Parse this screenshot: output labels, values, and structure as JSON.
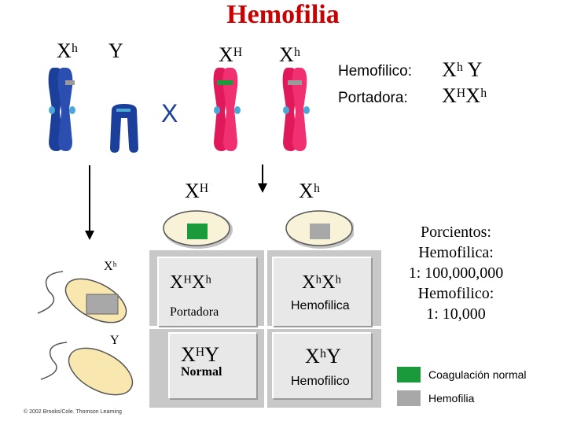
{
  "title": "Hemofilia",
  "parents": {
    "father_x": "Xʰ",
    "father_y": "Y",
    "cross_symbol": "X",
    "mother_x1": "Xᴴ",
    "mother_x2": "Xʰ"
  },
  "legend_top": {
    "hemofilico_label": "Hemofilico:",
    "hemofilico_geno": "Xʰ Y",
    "portadora_label": "Portadora:",
    "portadora_geno": "XᴴXʰ"
  },
  "gametes": {
    "egg_1": "Xᴴ",
    "egg_2": "Xʰ",
    "sperm_1": "Xʰ",
    "sperm_2": "Y"
  },
  "punnett": [
    {
      "genotype": "XᴴXʰ",
      "phenotype": "Portadora"
    },
    {
      "genotype": "XʰXʰ",
      "phenotype": "Hemofilica"
    },
    {
      "genotype": "XᴴY",
      "phenotype": "Normal"
    },
    {
      "genotype": "XʰY",
      "phenotype": "Hemofilico"
    }
  ],
  "percentages": {
    "heading": "Porcientos:",
    "line1": "Hemofilica:",
    "line2": "1: 100,000,000",
    "line3": "Hemofilico:",
    "line4": "1: 10,000"
  },
  "legend": {
    "normal_label": "Coagulación normal",
    "normal_color": "#1a9a3a",
    "hemo_label": "Hemofilia",
    "hemo_color": "#a8a8a8"
  },
  "copyright": "© 2002 Brooks/Cole. Thomson Learning",
  "colors": {
    "title": "#cc0000",
    "chromosome_blue": "#1c3f9c",
    "chromosome_pink": "#e0195a",
    "centromere": "#4aa7d8",
    "cross": "#1c3f9c"
  }
}
